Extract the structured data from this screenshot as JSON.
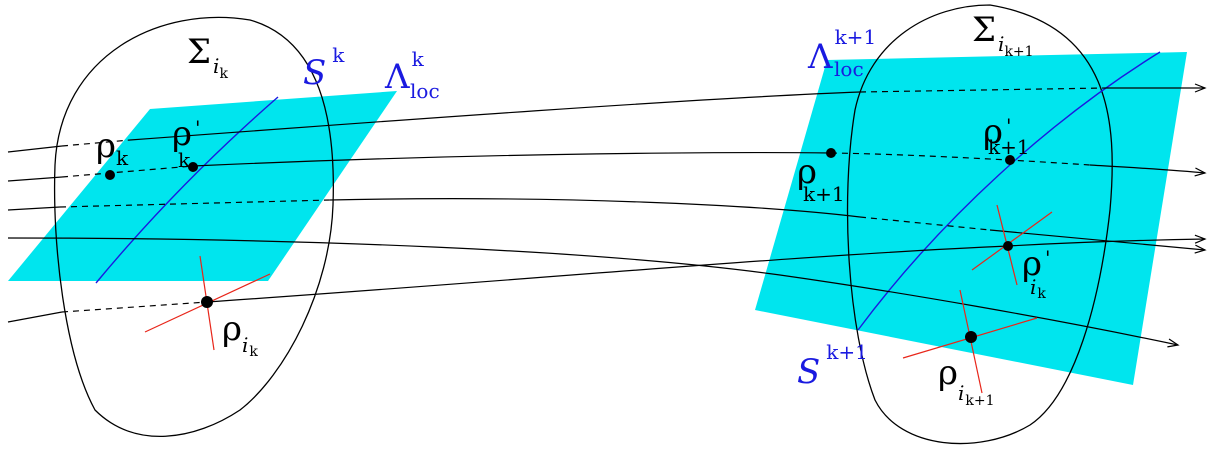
{
  "colors": {
    "plane_fill": "#00e5ee",
    "manifold_line": "#1a1ae0",
    "label_blue": "#1a1ae0",
    "cross_lines": "#e8261a",
    "trajectories": "#000000"
  },
  "labels": {
    "sigma_left": {
      "main": "Σ",
      "sub": "i",
      "subsub": "k"
    },
    "S_left": {
      "main": "S",
      "sup": "k"
    },
    "lambda_left": {
      "main": "Λ",
      "sup": "k",
      "sub": "loc"
    },
    "rho_k": {
      "main": "ρ",
      "sub": "k"
    },
    "rho_k_prime": {
      "main": "ρ",
      "sup": "'",
      "sub": "k"
    },
    "rho_ik": {
      "main": "ρ",
      "sub": "i",
      "subsub": "k"
    },
    "sigma_right": {
      "main": "Σ",
      "sub": "i",
      "subsub": "k+1"
    },
    "lambda_right": {
      "main": "Λ",
      "sup": "k+1",
      "sub": "loc"
    },
    "rho_k1": {
      "main": "ρ",
      "sub": "k+1"
    },
    "rho_k1_prime": {
      "main": "ρ",
      "sup": "'",
      "sub": "k+1"
    },
    "rho_ik_prime": {
      "main": "ρ",
      "sup": "'",
      "sub": "i",
      "subsub": "k"
    },
    "S_right": {
      "main": "S",
      "sup": "k+1"
    },
    "rho_ik1": {
      "main": "ρ",
      "sub": "i",
      "subsub": "k+1"
    }
  }
}
